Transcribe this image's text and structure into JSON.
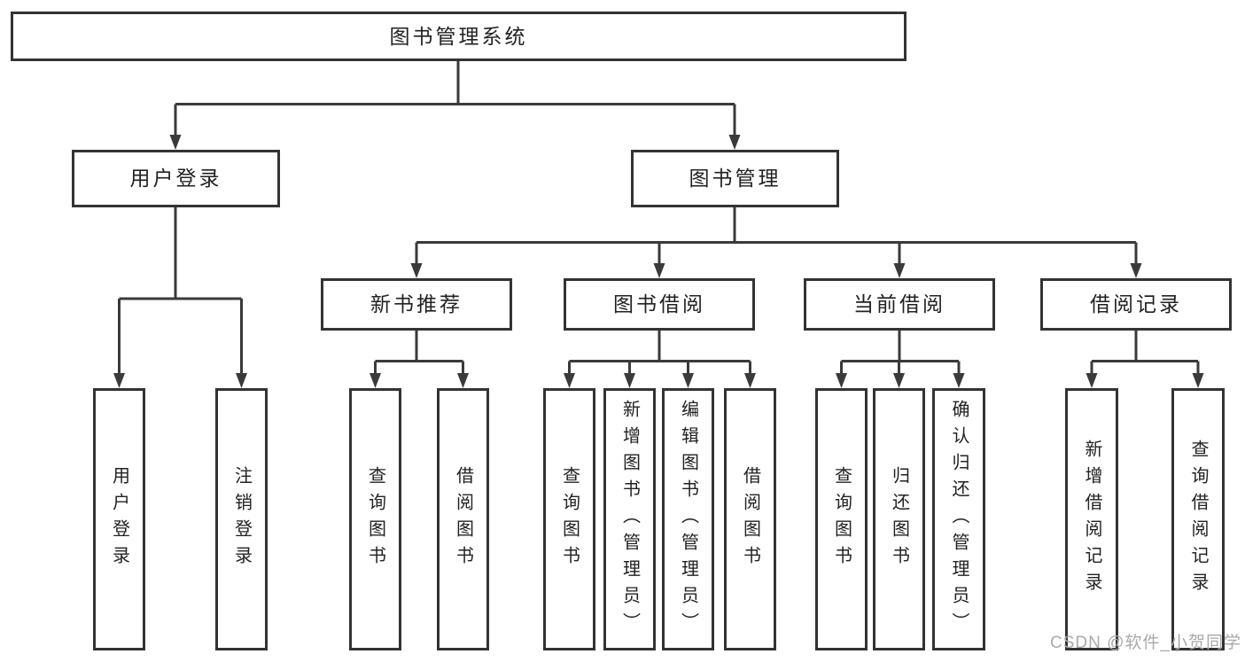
{
  "diagram": {
    "root": {
      "label": "图书管理系统",
      "children": [
        {
          "label": "用户登录",
          "children": [
            {
              "label": "用户登录"
            },
            {
              "label": "注销登录"
            }
          ]
        },
        {
          "label": "图书管理",
          "children": [
            {
              "label": "新书推荐",
              "children": [
                {
                  "label": "查询图书"
                },
                {
                  "label": "借阅图书"
                }
              ]
            },
            {
              "label": "图书借阅",
              "children": [
                {
                  "label": "查询图书"
                },
                {
                  "label": "新增图书（管理员）"
                },
                {
                  "label": "编辑图书（管理员）"
                },
                {
                  "label": "借阅图书"
                }
              ]
            },
            {
              "label": "当前借阅",
              "children": [
                {
                  "label": "查询图书"
                },
                {
                  "label": "归还图书"
                },
                {
                  "label": "确认归还（管理员）"
                }
              ]
            },
            {
              "label": "借阅记录",
              "children": [
                {
                  "label": "新增借阅记录"
                },
                {
                  "label": "查询借阅记录"
                }
              ]
            }
          ]
        }
      ]
    }
  },
  "watermark": {
    "text": "CSDN @软件_小贺同学"
  },
  "colors": {
    "line": "#3a3a3a",
    "box_border": "#333333",
    "box_fill": "#ffffff",
    "text": "#222222",
    "watermark": "#aaaaaa"
  }
}
